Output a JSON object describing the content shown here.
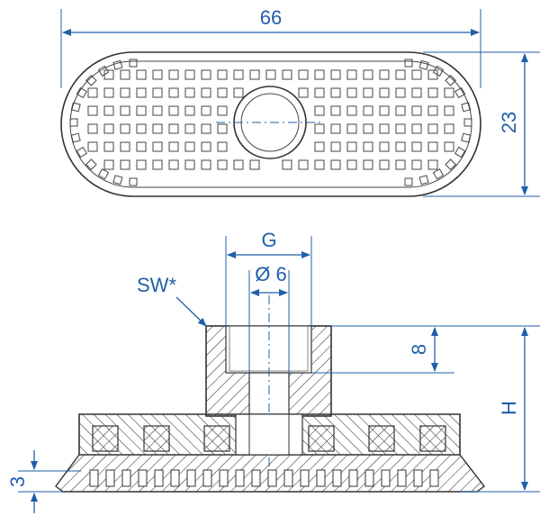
{
  "top_view": {
    "width_label": "66",
    "height_label": "23"
  },
  "side_view": {
    "thread_label": "G",
    "bore_label": "Ø 6",
    "wrench_label": "SW*",
    "depth_label": "8",
    "height_label": "H",
    "lip_label": "3"
  },
  "colors": {
    "dimension": "#1f5fa8",
    "outline": "#333333"
  }
}
